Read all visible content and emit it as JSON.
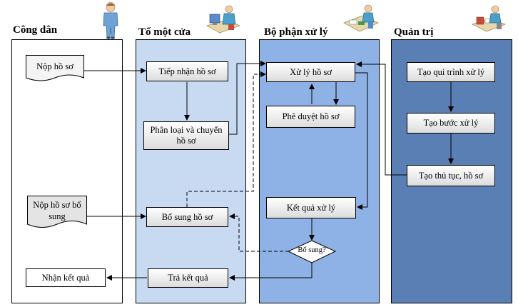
{
  "colors": {
    "lane_citizen": "#ffffff",
    "lane_one_stop": "#c8daf2",
    "lane_processing": "#8fb2e6",
    "lane_admin": "#5a7fb5"
  },
  "lanes": {
    "citizen": {
      "title": "Công dân",
      "icon": "standing-person-icon"
    },
    "one_stop": {
      "title": "Tổ một cửa",
      "icon": "office-worker-icon"
    },
    "processing": {
      "title": "Bộ phận xử lý",
      "icon": "office-worker-icon"
    },
    "admin": {
      "title": "Quản trị",
      "icon": "office-worker-icon"
    }
  },
  "nodes": {
    "submit_dossier": "Nộp hồ sơ",
    "submit_supplement": [
      "Nộp hồ sơ bổ",
      "sung"
    ],
    "receive_result": "Nhận kết quả",
    "receive_dossier": "Tiếp nhận hồ sơ",
    "classify_forward": [
      "Phân loại và chuyển",
      "hồ sơ"
    ],
    "supplement_dossier": "Bổ sung hồ sơ",
    "return_result": "Trả kết quả",
    "process_dossier": "Xử lý hồ sơ",
    "approve_dossier": "Phê duyệt hồ sơ",
    "processing_result": "Kết quả xử lý",
    "supplement_decision": "Bổ sung?",
    "create_workflow": "Tạo qui trình xử lý",
    "create_step": "Tạo bước xử lý",
    "create_procedure": "Tạo thủ tục, hồ sơ"
  }
}
